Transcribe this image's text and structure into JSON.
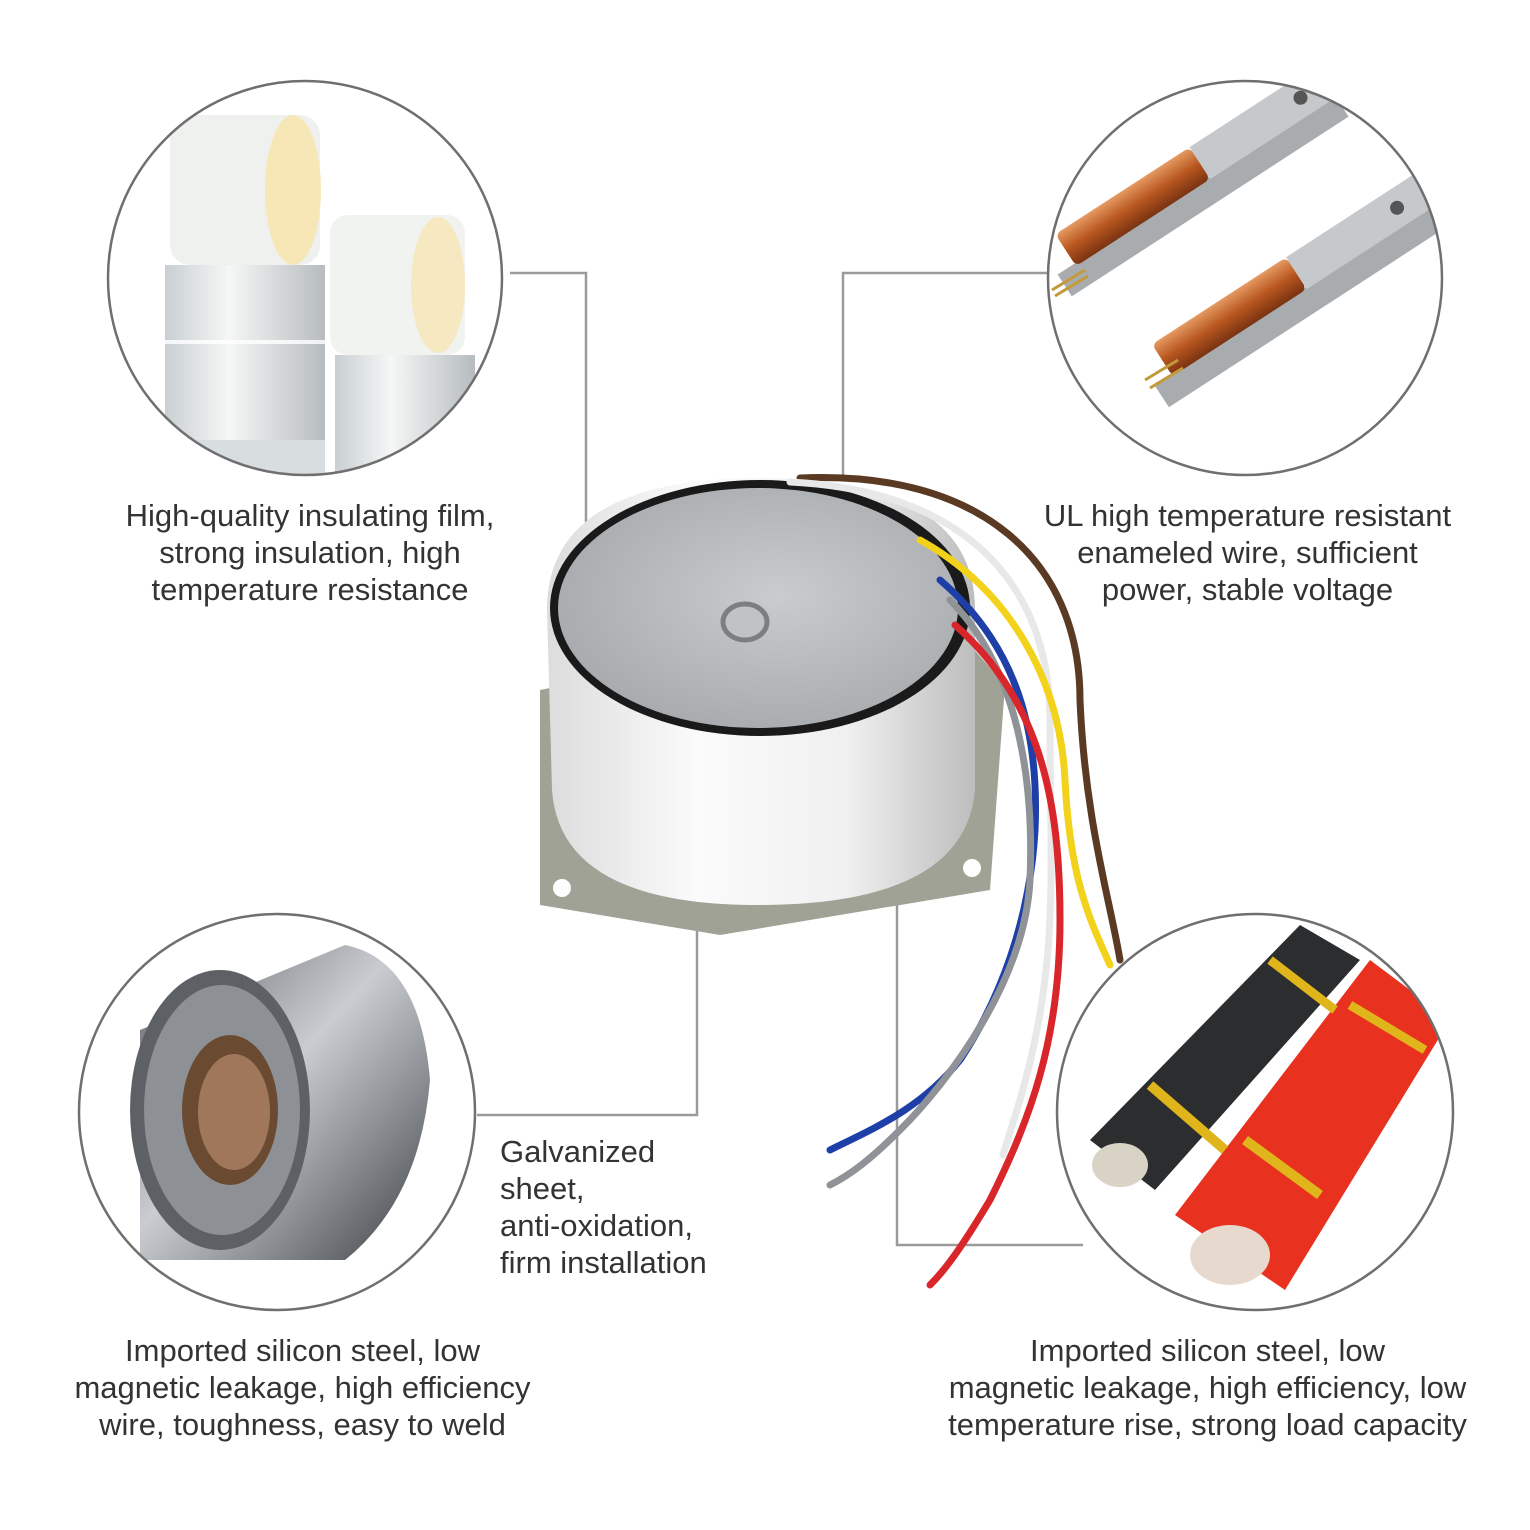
{
  "captions": {
    "insulating_film": "High-quality insulating film,\nstrong insulation, high\ntemperature resistance",
    "enameled_wire": "UL high temperature resistant\nenameled wire, sufficient\npower, stable voltage",
    "galvanized_sheet": "Galvanized\nsheet,\nanti-oxidation,\nfirm installation",
    "silicon_steel_left": "Imported silicon steel, low\nmagnetic leakage, high efficiency\nwire,  toughness, easy to weld",
    "silicon_steel_right": "Imported silicon steel, low\nmagnetic leakage, high efficiency, low\ntemperature rise, strong load capacity"
  },
  "wire_colors": {
    "brown": "#5a3a22",
    "white": "#e8e8e8",
    "yellow": "#f2d21b",
    "blue": "#1e3fa8",
    "gray": "#8f9296",
    "red": "#d9262b"
  },
  "detail_images": [
    "insulating-film-rolls",
    "enameled-copper-wire-coils",
    "silicon-steel-roll",
    "black-and-red-wire-bundles"
  ]
}
